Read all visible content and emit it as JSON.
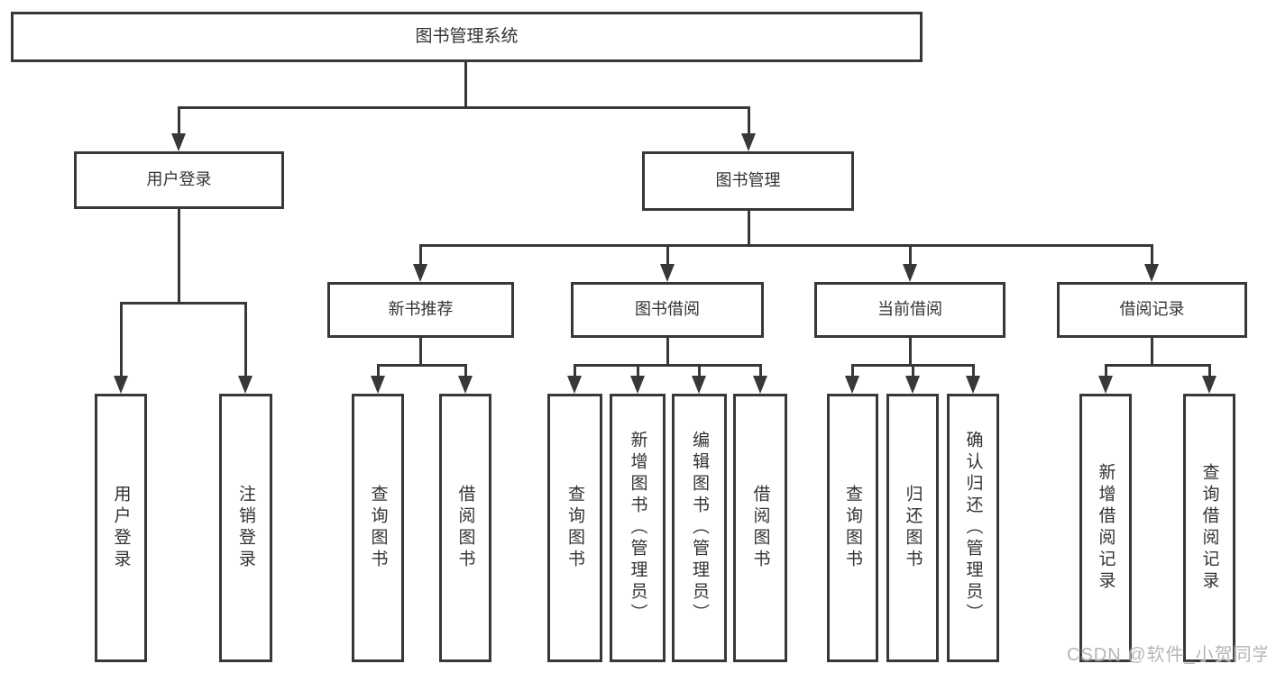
{
  "diagram": {
    "title": "图书管理系统",
    "root": {
      "label": "图书管理系统"
    },
    "level2": [
      {
        "label": "用户登录",
        "children": [
          {
            "label": "用户登录"
          },
          {
            "label": "注销登录"
          }
        ]
      },
      {
        "label": "图书管理",
        "children": [
          {
            "label": "新书推荐",
            "children": [
              {
                "label": "查询图书"
              },
              {
                "label": "借阅图书"
              }
            ]
          },
          {
            "label": "图书借阅",
            "children": [
              {
                "label": "查询图书"
              },
              {
                "label": "新增图书（管理员）"
              },
              {
                "label": "编辑图书（管理员）"
              },
              {
                "label": "借阅图书"
              }
            ]
          },
          {
            "label": "当前借阅",
            "children": [
              {
                "label": "查询图书"
              },
              {
                "label": "归还图书"
              },
              {
                "label": "确认归还（管理员）"
              }
            ]
          },
          {
            "label": "借阅记录",
            "children": [
              {
                "label": "新增借阅记录"
              },
              {
                "label": "查询借阅记录"
              }
            ]
          }
        ]
      }
    ]
  },
  "watermark": {
    "text": "CSDN @软件_小贺同学",
    "color": "#b6b6b6"
  },
  "colors": {
    "line": "#383838",
    "text": "#333333",
    "background": "#ffffff"
  }
}
